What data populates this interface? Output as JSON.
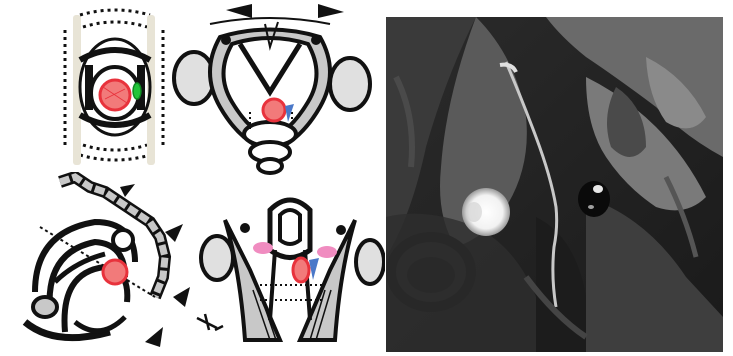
{
  "figure": {
    "panels": [
      {
        "id": "axial",
        "description_key": "schematic-axial"
      },
      {
        "id": "coronal",
        "description_key": "schematic-coronal"
      },
      {
        "id": "sagittal",
        "description_key": "schematic-sagittal"
      },
      {
        "id": "transverse",
        "description_key": "schematic-transverse"
      },
      {
        "id": "mri",
        "description_key": "mri-sagittal-t2"
      }
    ],
    "colors": {
      "lesion": "#e8323c",
      "lesion_fill": "#f27a7a",
      "marker_green": "#22c43a",
      "marker_blue": "#4a78c8",
      "marker_pink": "#f08cc0",
      "stroke": "#111111",
      "hatch_gray": "#bdbdbd",
      "mri_bg": "#151515"
    }
  }
}
